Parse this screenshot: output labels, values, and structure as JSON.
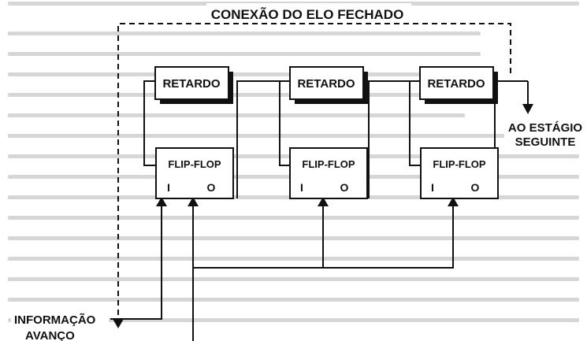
{
  "diagram": {
    "title": "CONEXÃO DO ELO FECHADO",
    "delay_label": "RETARDO",
    "flipflop_label": "FLIP-FLOP",
    "pin_in": "I",
    "pin_out": "O",
    "output_label_line1": "AO ESTÁGIO",
    "output_label_line2": "SEGUINTE",
    "input_label": "INFORMAÇÃO",
    "advance_label": "AVANÇO",
    "stage_count": 3
  },
  "colors": {
    "ink": "#111111",
    "paper": "#ffffff",
    "background_text": "#c8c8c8"
  }
}
